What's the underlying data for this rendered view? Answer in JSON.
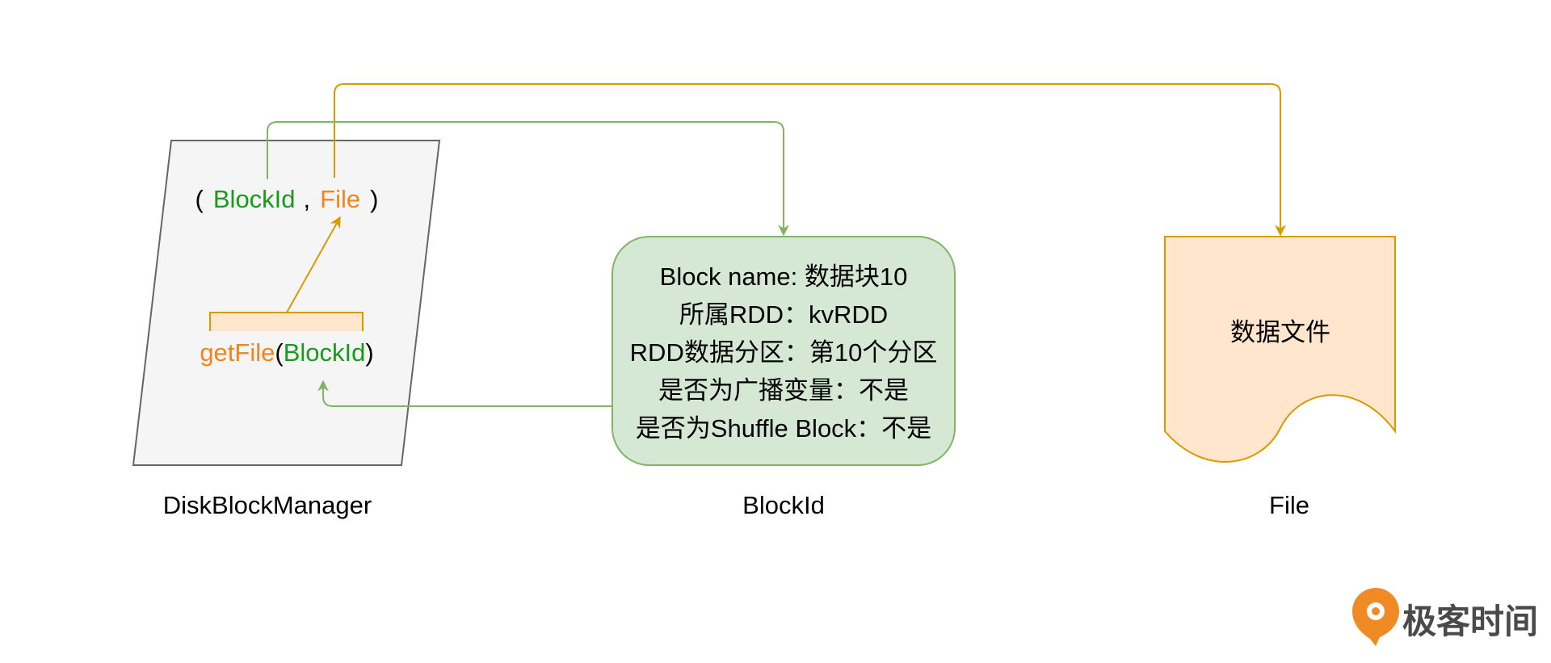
{
  "diagram": {
    "disk_block_manager": {
      "label": "DiskBlockManager",
      "tuple": {
        "open": "(",
        "block_id": "BlockId",
        "comma": ",",
        "file": "File",
        "close": ")"
      },
      "call": {
        "func": "getFile",
        "open": "(",
        "arg": "BlockId",
        "close": ")"
      }
    },
    "block_id": {
      "label": "BlockId",
      "lines": [
        "Block name: 数据块10",
        "所属RDD：kvRDD",
        "RDD数据分区：第10个分区",
        "是否为广播变量：不是",
        "是否为Shuffle Block：不是"
      ]
    },
    "file": {
      "label": "File",
      "content": "数据文件"
    }
  },
  "logo": {
    "text": "极客时间",
    "icon": "geektime-logo-icon"
  },
  "colors": {
    "green_text": "#1a9a1a",
    "orange_text": "#f0851e",
    "green_stroke": "#82b366",
    "green_fill": "#d5e8d4",
    "orange_stroke": "#d79b00",
    "orange_fill": "#ffe6cc",
    "gray_fill": "#f5f5f5",
    "gray_stroke": "#666666"
  }
}
